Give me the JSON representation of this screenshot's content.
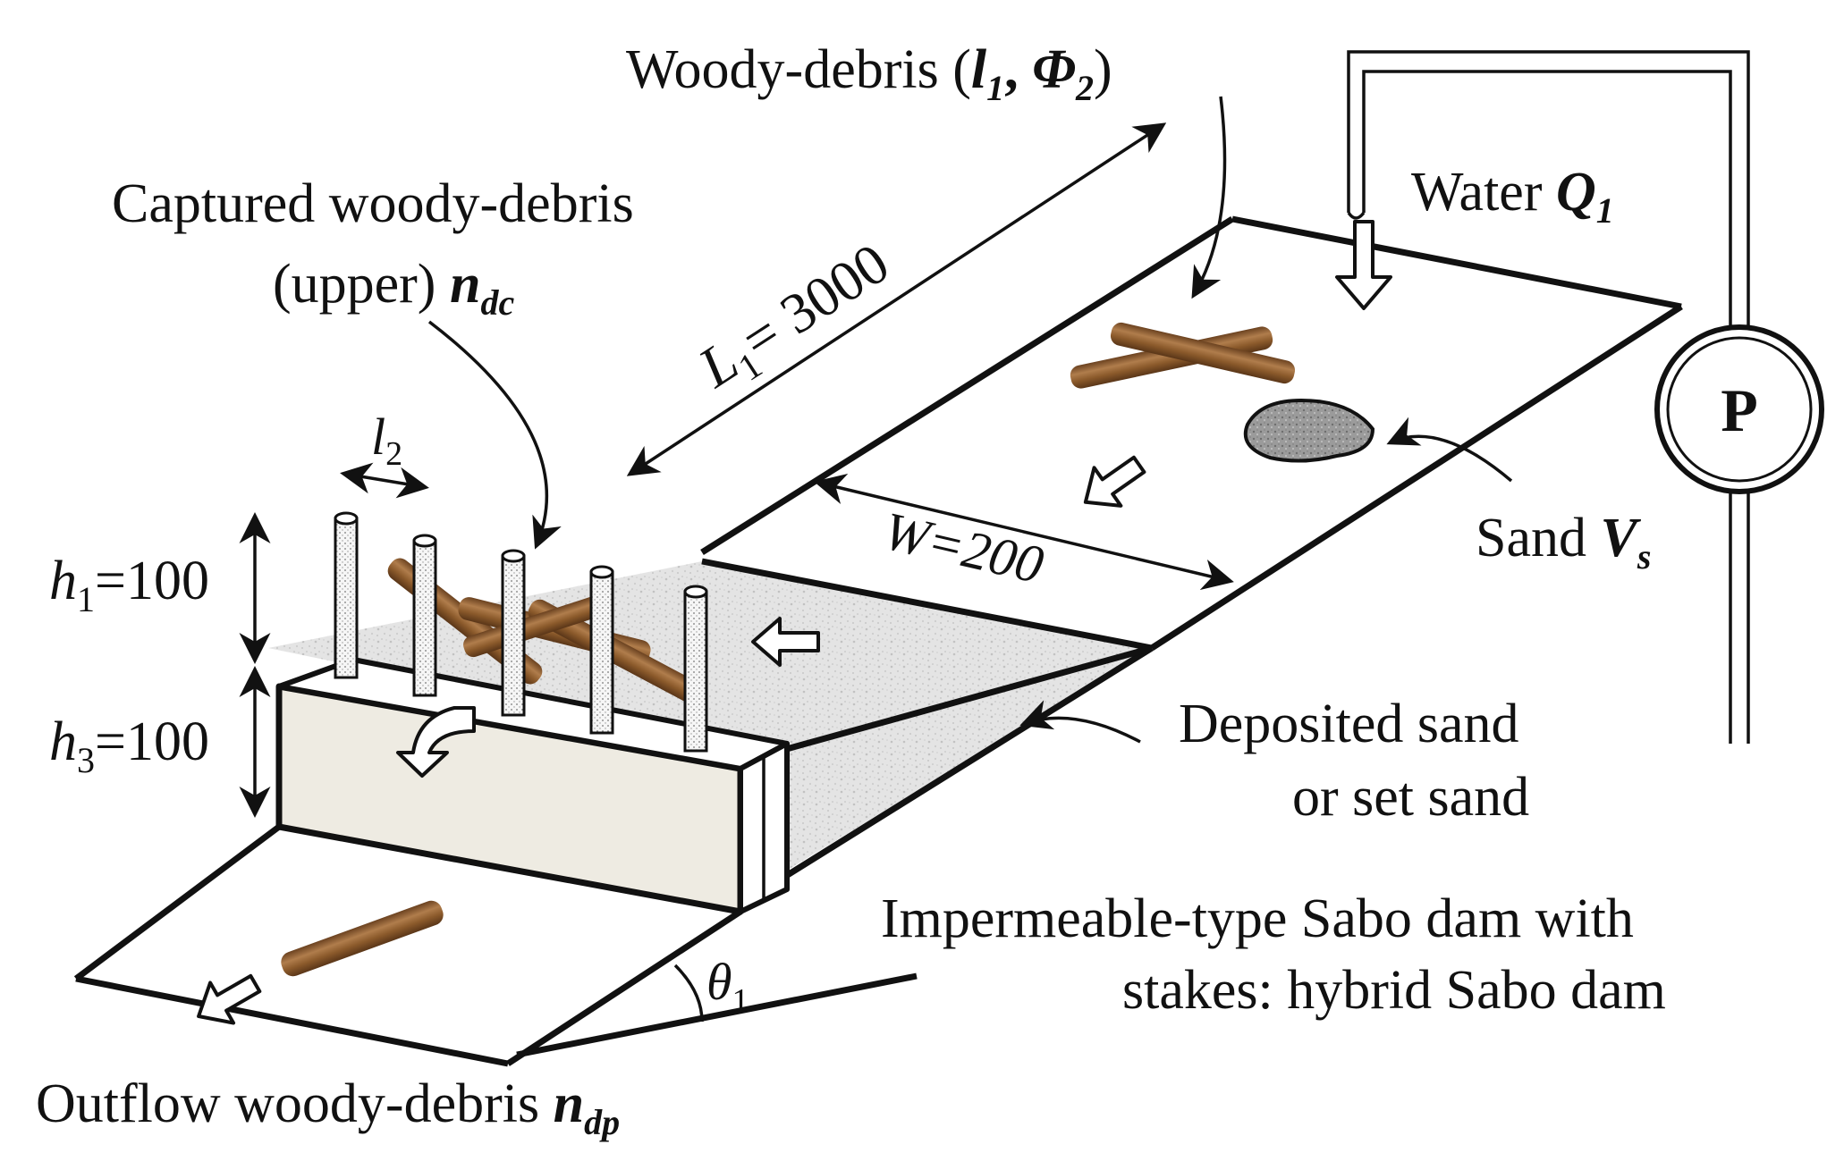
{
  "labels": {
    "woody_debris": {
      "text": "Woody-debris (",
      "l": "l",
      "l_sub": "1",
      "sep": ", ",
      "phi": "Φ",
      "phi_sub": "2",
      "close": ")"
    },
    "water": {
      "text": "Water ",
      "q": "Q",
      "q_sub": "1"
    },
    "captured_line1": "Captured woody-debris",
    "captured_line2": {
      "text": "(upper) ",
      "n": "n",
      "n_sub": "dc"
    },
    "length": {
      "l": "L",
      "l_sub": "1",
      "eq": "= 3000"
    },
    "width": "W=200",
    "stake_spacing": {
      "l": "l",
      "l_sub": "2"
    },
    "h1": {
      "h": "h",
      "sub": "1",
      "eq": "=100"
    },
    "h3": {
      "h": "h",
      "sub": "3",
      "eq": "=100"
    },
    "sand": {
      "text": "Sand ",
      "v": "V",
      "v_sub": "s"
    },
    "deposited_line1": "Deposited sand",
    "deposited_line2": "or set sand",
    "dam_line1": "Impermeable-type Sabo dam with",
    "dam_line2": "stakes: hybrid Sabo dam",
    "angle": {
      "theta": "θ",
      "sub": "1"
    },
    "outflow": {
      "text": "Outflow woody-debris ",
      "n": "n",
      "n_sub": "dp"
    },
    "pump": "P"
  },
  "colors": {
    "wood": "#8b5a2b",
    "dam_face": "#eeebe2",
    "sand_deposit": "#dedede",
    "rock": "#9a9a9a"
  }
}
